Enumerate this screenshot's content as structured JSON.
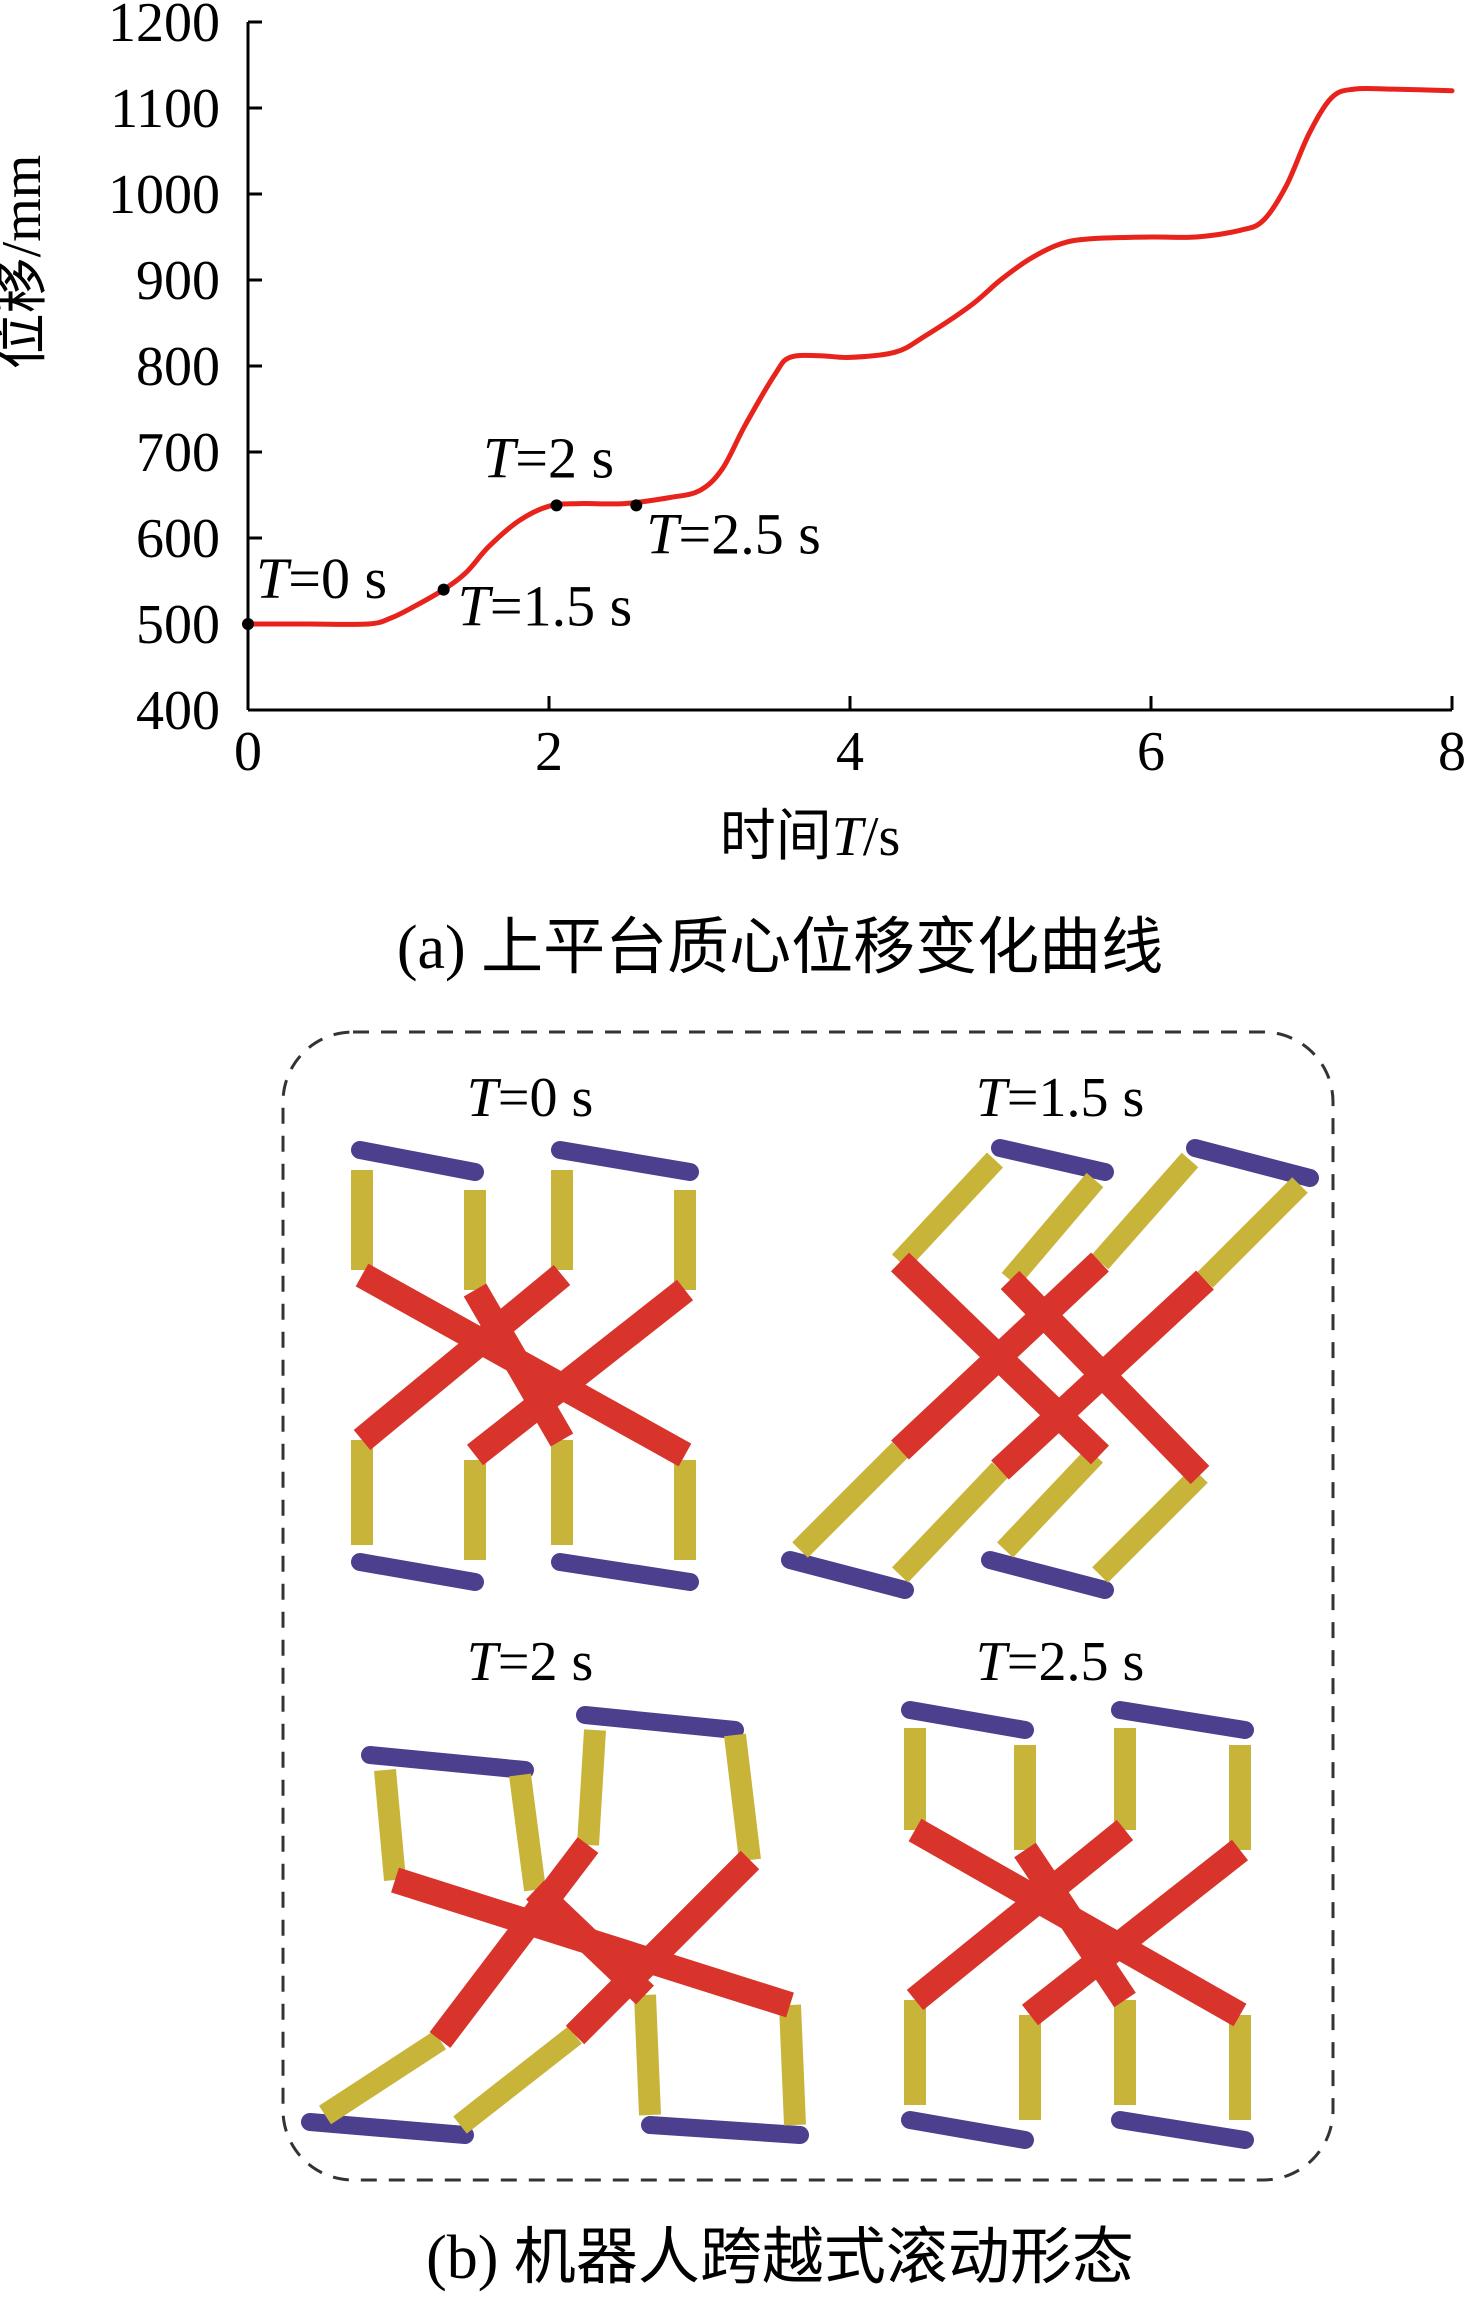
{
  "chart_data": {
    "type": "line",
    "xlabel": {
      "prefix": "时间",
      "var": "T",
      "suffix": "/s"
    },
    "ylabel": "位移/mm",
    "xlim": [
      0,
      8
    ],
    "ylim": [
      400,
      1200
    ],
    "xticks": [
      "0",
      "2",
      "4",
      "6",
      "8"
    ],
    "yticks": [
      "400",
      "500",
      "600",
      "700",
      "800",
      "900",
      "1000",
      "1100",
      "1200"
    ],
    "grid": false,
    "series": [
      {
        "color": "#e8231c",
        "x": [
          0,
          0.4,
          0.8,
          0.95,
          1.1,
          1.3,
          1.45,
          1.6,
          1.8,
          2.0,
          2.2,
          2.5,
          2.8,
          3.0,
          3.15,
          3.3,
          3.5,
          3.6,
          3.8,
          4.0,
          4.3,
          4.5,
          4.8,
          5.0,
          5.2,
          5.4,
          5.6,
          6.0,
          6.3,
          6.6,
          6.75,
          6.9,
          7.05,
          7.2,
          7.35,
          7.6,
          8.0
        ],
        "y": [
          500,
          500,
          500,
          507,
          520,
          540,
          560,
          590,
          620,
          637,
          640,
          640,
          647,
          655,
          680,
          730,
          790,
          810,
          812,
          810,
          816,
          835,
          870,
          900,
          925,
          942,
          948,
          950,
          950,
          958,
          970,
          1010,
          1070,
          1112,
          1122,
          1122,
          1120
        ]
      }
    ],
    "points": [
      {
        "x": 0,
        "y": 500,
        "label": {
          "var": "T",
          "rest": "=0 s"
        }
      },
      {
        "x": 1.3,
        "y": 540,
        "label": {
          "var": "T",
          "rest": "=1.5 s"
        }
      },
      {
        "x": 2.05,
        "y": 638,
        "label": {
          "var": "T",
          "rest": "=2 s"
        }
      },
      {
        "x": 2.58,
        "y": 638,
        "label": {
          "var": "T",
          "rest": "=2.5 s"
        }
      }
    ]
  },
  "captions": {
    "a": "(a)  上平台质心位移变化曲线",
    "b": "(b)  机器人跨越式滚动形态"
  },
  "panels": [
    {
      "var": "T",
      "rest": "=0 s"
    },
    {
      "var": "T",
      "rest": "=1.5 s"
    },
    {
      "var": "T",
      "rest": "=2 s"
    },
    {
      "var": "T",
      "rest": "=2.5 s"
    }
  ],
  "colors": {
    "curve": "#e8231c",
    "link_red": "#d8342b",
    "link_yellow": "#c9b43a",
    "link_blue": "#4b3f8e",
    "frame_dash": "#333333"
  }
}
